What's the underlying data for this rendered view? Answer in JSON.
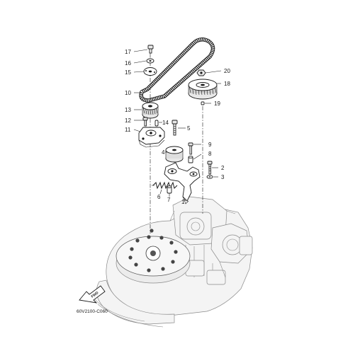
{
  "diagram": {
    "drawing_code": "60V2100-C060",
    "fwd_label": "FWD",
    "callouts": [
      "17",
      "16",
      "15",
      "10",
      "13",
      "12",
      "14",
      "11",
      "5",
      "4",
      "9",
      "8",
      "2",
      "3",
      "6",
      "7",
      "1",
      "20",
      "18",
      "19"
    ],
    "parts": [
      "timing-belt",
      "belt-pulley",
      "camshaft-pulley",
      "belt-tensioner-bracket",
      "tensioner-pulley",
      "tensioner-spring",
      "tensioner-arm",
      "flywheel-magneto",
      "powerhead-block"
    ]
  }
}
